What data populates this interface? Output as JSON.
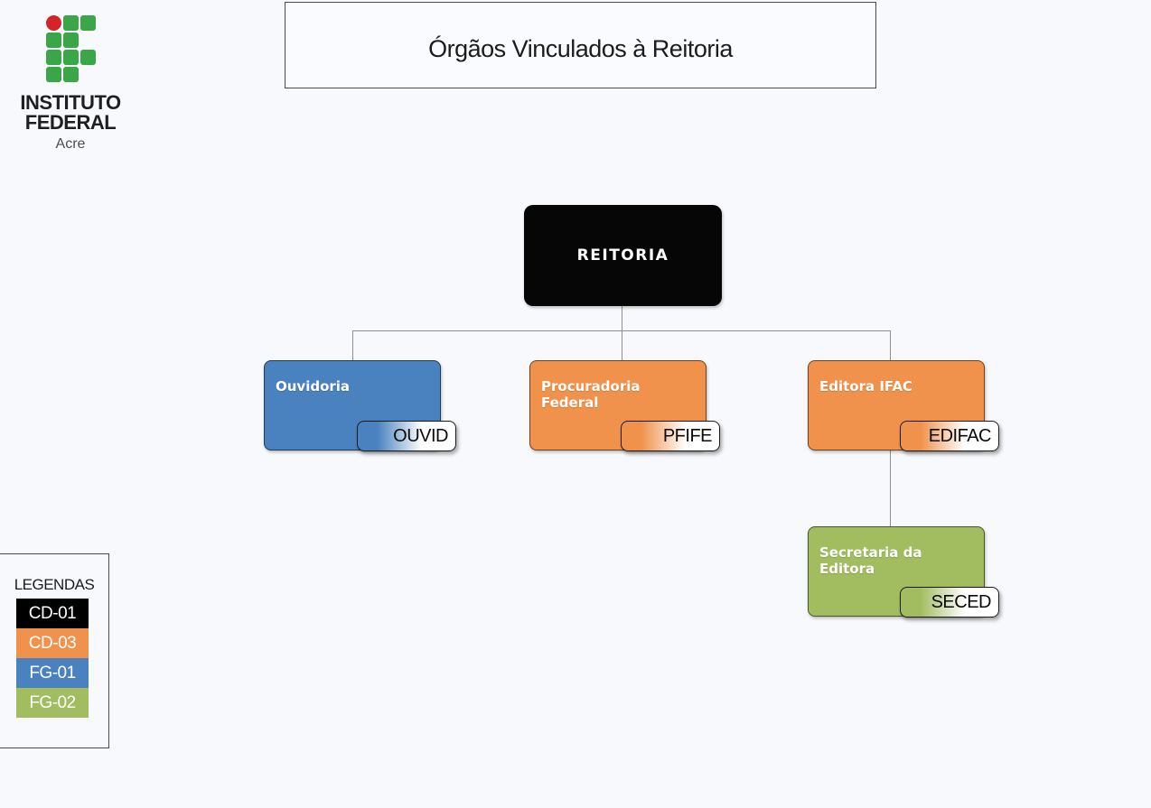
{
  "brand": {
    "line1": "INSTITUTO",
    "line2": "FEDERAL",
    "campus": "Acre",
    "logo_green": "#3AA648",
    "logo_red": "#D5232A"
  },
  "title": "Órgãos Vinculados à Reitoria",
  "chart": {
    "root": {
      "label": "REITORIA",
      "color": "#060606"
    },
    "nodes": [
      {
        "label": "Ouvidoria",
        "code": "OUVID",
        "color": "#4982BF",
        "parent": "REITORIA"
      },
      {
        "label": "Procuradoria Federal",
        "code": "PFIFE",
        "color": "#F0924B",
        "parent": "REITORIA"
      },
      {
        "label": "Editora IFAC",
        "code": "EDIFAC",
        "color": "#F0924B",
        "parent": "REITORIA"
      },
      {
        "label": "Secretaria da Editora",
        "code": "SECED",
        "color": "#A2BC60",
        "parent": "Editora IFAC"
      }
    ]
  },
  "legend": {
    "title": "LEGENDAS",
    "items": [
      {
        "label": "CD-01",
        "color": "#000000"
      },
      {
        "label": "CD-03",
        "color": "#F0924B"
      },
      {
        "label": "FG-01",
        "color": "#4982BF"
      },
      {
        "label": "FG-02",
        "color": "#A2BC60"
      }
    ]
  }
}
